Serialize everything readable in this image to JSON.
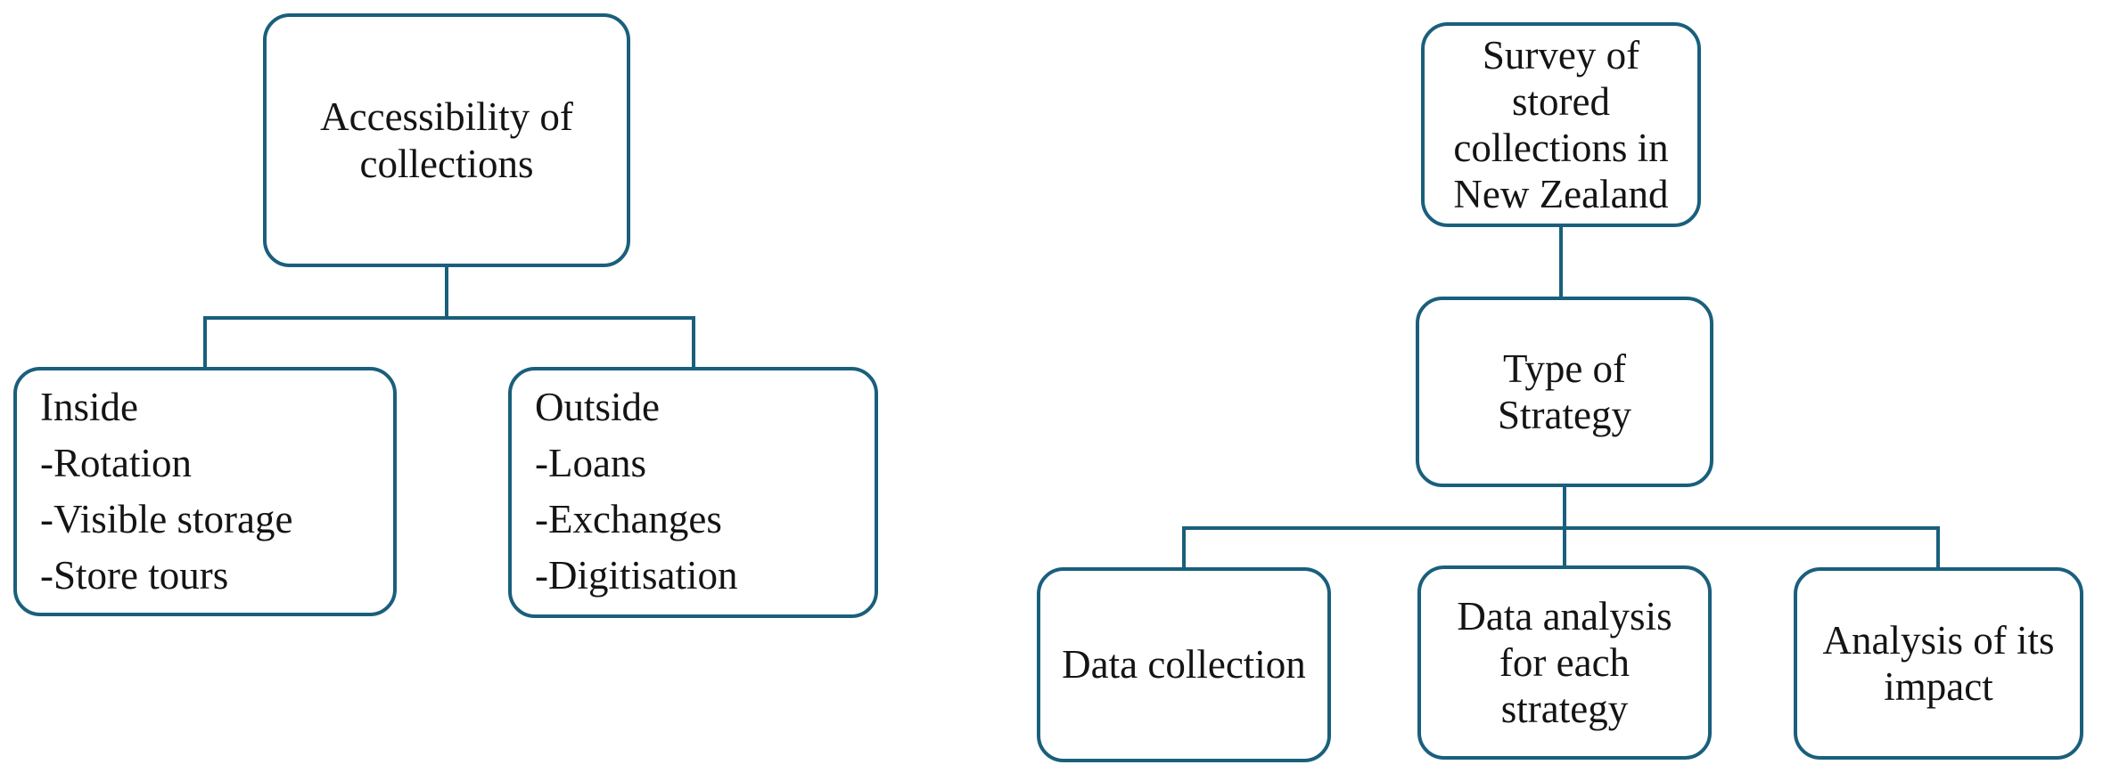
{
  "page": {
    "background_color": "#ffffff",
    "line_color": "#1a5f7c",
    "text_color": "#141414"
  },
  "left_diagram": {
    "root": {
      "label": "Accessibility of\ncollections"
    },
    "children": [
      {
        "title": "Inside",
        "items": [
          "-Rotation",
          "-Visible storage",
          "-Store tours"
        ]
      },
      {
        "title": "Outside",
        "items": [
          "-Loans",
          "-Exchanges",
          "-Digitisation"
        ]
      }
    ]
  },
  "right_diagram": {
    "root": {
      "label": "Survey of\nstored\ncollections in\nNew Zealand"
    },
    "middle": {
      "label": "Type of\nStrategy"
    },
    "children": [
      {
        "label": "Data collection"
      },
      {
        "label": "Data analysis\nfor each\nstrategy"
      },
      {
        "label": "Analysis of its\nimpact"
      }
    ]
  }
}
